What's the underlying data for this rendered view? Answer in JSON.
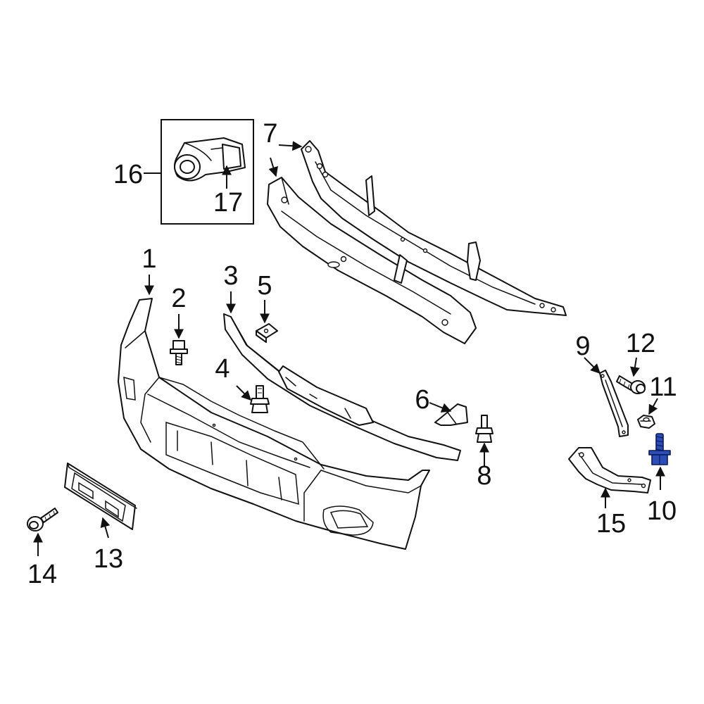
{
  "callouts": {
    "c1": "1",
    "c2": "2",
    "c3": "3",
    "c4": "4",
    "c5": "5",
    "c6": "6",
    "c7": "7",
    "c8": "8",
    "c9": "9",
    "c10": "10",
    "c11": "11",
    "c12": "12",
    "c13": "13",
    "c14": "14",
    "c15": "15",
    "c16": "16",
    "c17": "17"
  },
  "highlighted_part": "10",
  "colors": {
    "line": "#111111",
    "highlight": "#2b4db8",
    "background": "#ffffff"
  }
}
